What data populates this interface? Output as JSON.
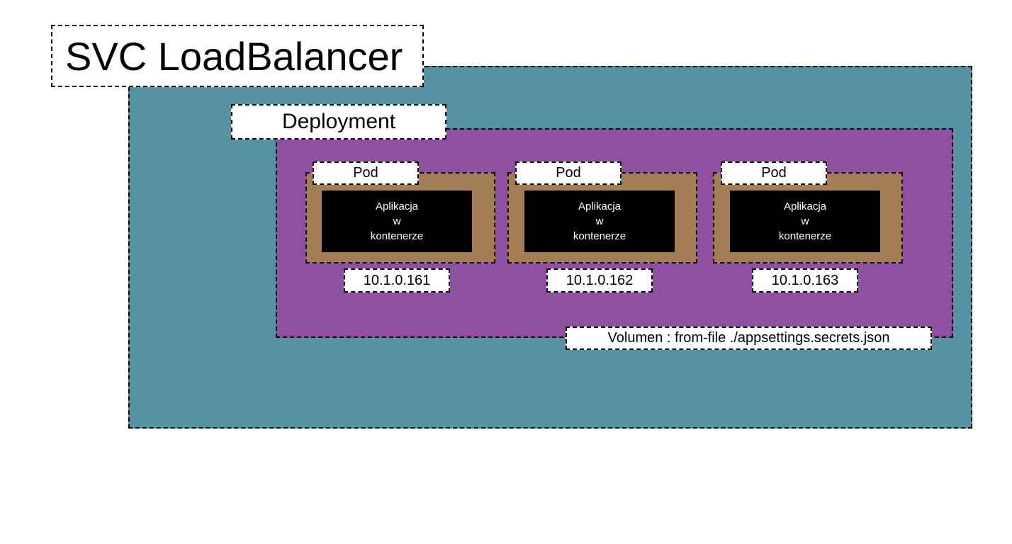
{
  "colors": {
    "service_fill": "#5593a3",
    "deployment_fill": "#9050a2",
    "pod_fill": "#a37d55",
    "container_fill": "#000000",
    "label_fill": "#ffffff",
    "border": "#000000"
  },
  "service": {
    "label": "SVC LoadBalancer"
  },
  "deployment": {
    "label": "Deployment",
    "volume_label": "Volumen : from-file ./appsettings.secrets.json"
  },
  "pods": [
    {
      "label": "Pod",
      "container_text": "Aplikacja\nw\nkontenerze",
      "ip": "10.1.0.161"
    },
    {
      "label": "Pod",
      "container_text": "Aplikacja\nw\nkontenerze",
      "ip": "10.1.0.162"
    },
    {
      "label": "Pod",
      "container_text": "Aplikacja\nw\nkontenerze",
      "ip": "10.1.0.163"
    }
  ]
}
